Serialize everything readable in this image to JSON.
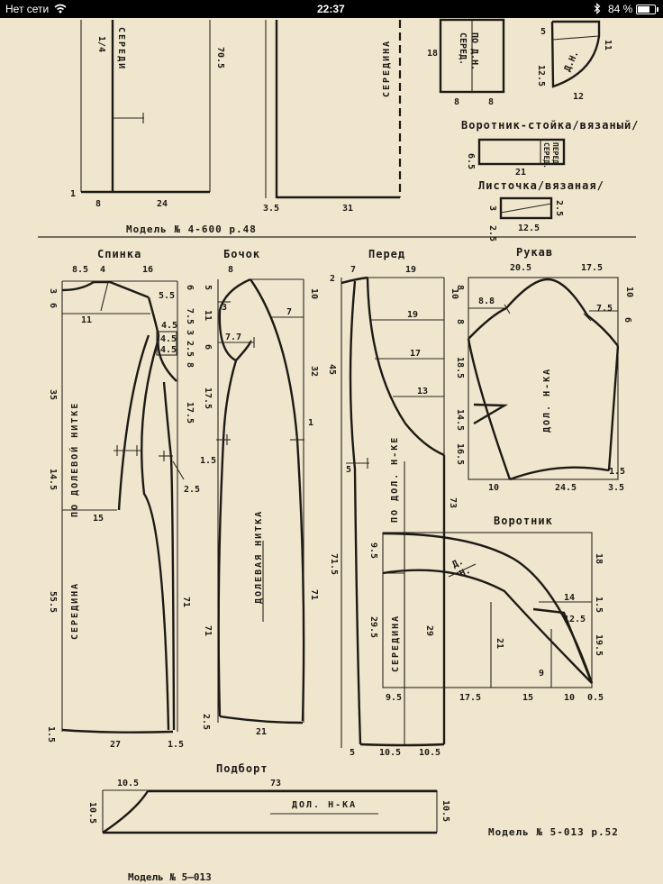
{
  "status_bar": {
    "carrier": "Нет сети",
    "time": "22:37",
    "battery_text": "84 %",
    "battery_level": 0.84,
    "icons": [
      "wifi-icon",
      "bluetooth-icon",
      "battery-icon"
    ]
  },
  "colors": {
    "paper": "#efe6cd",
    "ink": "#1d1a16",
    "status_bar": "#000000"
  },
  "top_patterns": {
    "label_quarter": "1/4",
    "label_middle": "СЕРЕДИ",
    "label_back_middle": "СЕРЕДИНА",
    "dim_top_left": "70.5",
    "dim_bottom_1": "1",
    "dim_bottom_8": "8",
    "dim_bottom_24": "24",
    "dim_bottom_35": "3.5",
    "dim_bottom_31": "31",
    "model_caption": "Модель № 4-600  р.48",
    "box_middle": {
      "line1": "СЕРЕД.",
      "line2": "ПО Д.Н.",
      "left_dim": "18",
      "bottom_left": "8",
      "bottom_right": "8"
    },
    "box_dn": {
      "label": "Д.Н.",
      "top_left": "5",
      "mid_left": "12.5",
      "right": "11",
      "bottom": "12"
    },
    "collar_stand": {
      "title": "Воротник-стойка/вязаный/",
      "left_dim": "6.5",
      "bottom_dim": "21",
      "label_line1": "СЕРЕД.",
      "label_line2": "ПЕРЕД"
    },
    "welt": {
      "title": "Листочка/вязаная/",
      "left_dim": "2.5",
      "left_dim2": "3",
      "right_dim": "2.5",
      "bottom_dim": "12.5"
    }
  },
  "back": {
    "title": "Спинка",
    "top_left": "8.5",
    "top_mid": "4",
    "top_right": "16",
    "left_3": "3",
    "left_6": "6",
    "left_11": "11",
    "left_35": "35",
    "left_145": "14.5",
    "left_555": "55.5",
    "left_15": "1.5",
    "right_55": "5.5",
    "right_45a": "4.5",
    "right_45b": "4.5",
    "right_45c": "4.5",
    "right_6": "6",
    "right_75": "7.5",
    "right_3": "3",
    "right_25": "2.5",
    "right_8": "8",
    "right_175": "17.5",
    "right_dart_25": "2.5",
    "right_71": "71",
    "inner_15": "15",
    "bottom_27": "27",
    "bottom_right_15": "1.5",
    "grain_label": "ПО ДОЛЕВОЙ НИТКЕ",
    "center_label": "СЕРЕДИНА"
  },
  "side": {
    "title": "Бочок",
    "top_8": "8",
    "left_5": "5",
    "left_3": "3",
    "left_11": "11",
    "left_77": "7.7",
    "left_6": "6",
    "left_175": "17.5",
    "left_15": "1.5",
    "left_71": "71",
    "left_25": "2.5",
    "right_10": "10",
    "right_7": "7",
    "right_32": "32",
    "right_1": "1",
    "right_71": "71",
    "bottom_21": "21",
    "grain_label": "ДОЛЕВАЯ НИТКА"
  },
  "front": {
    "title": "Перед",
    "top_7": "7",
    "top_19": "19",
    "left_2": "2",
    "left_45": "45",
    "left_5": "5",
    "left_715": "71.5",
    "inner_19": "19",
    "inner_17": "17",
    "inner_13": "13",
    "right_10": "10",
    "right_73": "73",
    "bottom_5": "5",
    "bottom_105a": "10.5",
    "bottom_105b": "10.5",
    "grain_label": "ПО ДОЛ. Н-КЕ"
  },
  "sleeve": {
    "title": "Рукав",
    "top_205": "20.5",
    "top_175": "17.5",
    "left_8": "8",
    "left_88": "8.8",
    "left_8b": "8",
    "left_185": "18.5",
    "left_145": "14.5",
    "left_165": "16.5",
    "right_10": "10",
    "right_75": "7.5",
    "right_6": "6",
    "right_15": "1.5",
    "bottom_10": "10",
    "bottom_245": "24.5",
    "bottom_35": "3.5",
    "grain_label": "ДОЛ. Н-КА"
  },
  "collar": {
    "title": "Воротник",
    "left_95": "9.5",
    "left_295": "29.5",
    "inner_29": "29",
    "inner_21": "21",
    "inner_9": "9",
    "inner_14": "14",
    "inner_125": "12.5",
    "right_18": "18",
    "right_15": "1.5",
    "right_195": "19.5",
    "bottom_95": "9.5",
    "bottom_175": "17.5",
    "bottom_15": "15",
    "bottom_10": "10",
    "bottom_05": "0.5",
    "center_label": "СЕРЕДИНА",
    "dn_label_1": "Д.",
    "dn_label_2": "Н."
  },
  "facing": {
    "title": "Подборт",
    "top_105": "10.5",
    "top_73": "73",
    "left_105": "10.5",
    "right_105": "10.5",
    "grain_label": "ДОЛ. Н-КА"
  },
  "captions": {
    "model_right": "Модель № 5-013  р.52",
    "model_bottom": "Модель № 5—013"
  }
}
